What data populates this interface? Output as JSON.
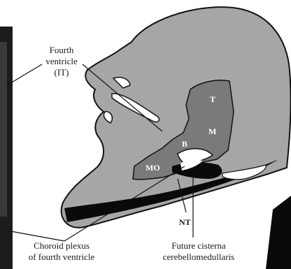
{
  "labels": {
    "fourth_ventricle_line1": "Fourth",
    "fourth_ventricle_line2": "ventricle",
    "fourth_ventricle_line3": "(IT)",
    "choroid_line1": "Choroid plexus",
    "choroid_line2": "of fourth ventricle",
    "cisterna_line1": "Future cisterna",
    "cisterna_line2": "cerebellomedullaris",
    "t": "T",
    "m": "M",
    "b": "B",
    "mo": "MO",
    "nt": "NT"
  },
  "colors": {
    "head_fill": "#a6a6a6",
    "brain_fill": "#7a7a7a",
    "outline": "#111111",
    "background_strip": "#0a0a0a"
  }
}
